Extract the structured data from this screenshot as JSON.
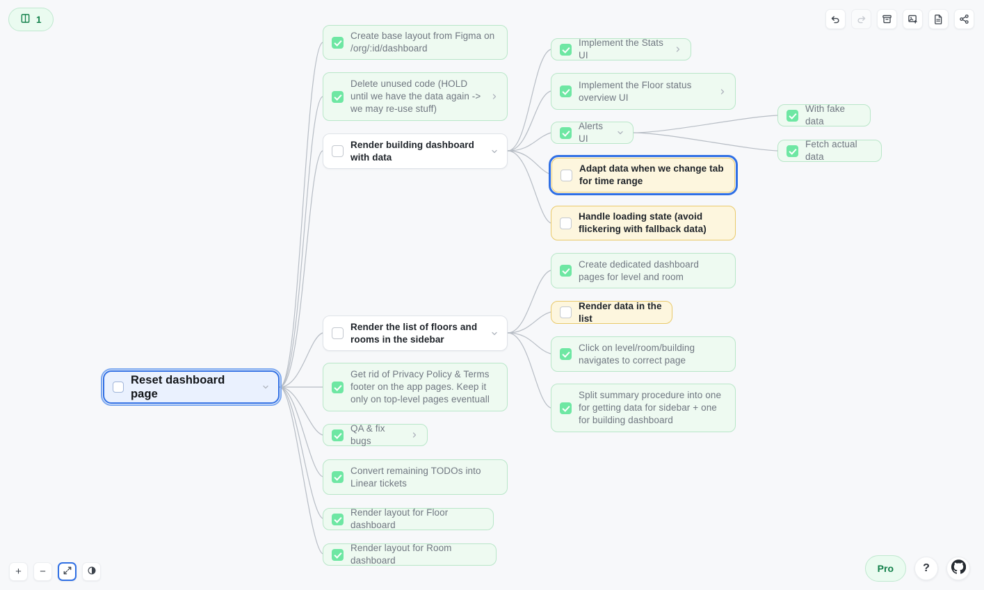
{
  "badge": {
    "icon": "book-icon",
    "count": "1"
  },
  "toolbar": {
    "buttons": [
      {
        "name": "undo-button",
        "icon": "undo-icon",
        "disabled": false
      },
      {
        "name": "redo-button",
        "icon": "redo-icon",
        "disabled": true
      },
      {
        "name": "archive-button",
        "icon": "archive-icon",
        "disabled": false
      },
      {
        "name": "export-image-button",
        "icon": "image-export-icon",
        "disabled": false
      },
      {
        "name": "export-doc-button",
        "icon": "document-icon",
        "disabled": false
      },
      {
        "name": "share-button",
        "icon": "share-icon",
        "disabled": false
      }
    ]
  },
  "zoom_controls": {
    "zoom_in": "+",
    "zoom_out": "−",
    "fit_icon": "fit-to-screen-icon",
    "theme_icon": "contrast-icon",
    "active": "fit-to-screen"
  },
  "bottom_right": {
    "pro_label": "Pro",
    "help_label": "?",
    "github_icon": "github-icon"
  },
  "colors": {
    "background": "#f7f8fa",
    "done_bg": "#eefaf1",
    "done_border": "#b8e6c8",
    "done_text": "#6f7680",
    "pending_bg": "#fdf6de",
    "pending_border": "#e9c96a",
    "plain_bg": "#ffffff",
    "plain_border": "#dfe3e8",
    "root_bg": "#eaf1fe",
    "accent_blue": "#2f6fe4",
    "check_green": "#6ee7a3",
    "badge_green": "#13814b",
    "edge": "#b6bcc4"
  },
  "mindmap": {
    "root": {
      "id": "root",
      "label": "Reset dashboard page",
      "state": "root",
      "checked": false,
      "chevron": "down"
    },
    "level1": [
      {
        "id": "n1",
        "label": "Create base layout from Figma on /org/:id/dashboard",
        "state": "done",
        "checked": true,
        "chevron": "none"
      },
      {
        "id": "n2",
        "label": "Delete unused code (HOLD until we have the data again -> we may re-use stuff)",
        "state": "done",
        "checked": true,
        "chevron": "right"
      },
      {
        "id": "n3",
        "label": "Render building dashboard with data",
        "state": "plain",
        "checked": false,
        "chevron": "down"
      },
      {
        "id": "n4",
        "label": "Render the list of floors and rooms in the sidebar",
        "state": "plain",
        "checked": false,
        "chevron": "down"
      },
      {
        "id": "n5",
        "label": "Get rid of Privacy Policy & Terms footer on the app pages. Keep it only on top-level pages eventuall",
        "state": "done",
        "checked": true,
        "chevron": "none"
      },
      {
        "id": "n6",
        "label": "QA & fix bugs",
        "state": "done",
        "checked": true,
        "chevron": "right"
      },
      {
        "id": "n7",
        "label": "Convert remaining TODOs into Linear tickets",
        "state": "done",
        "checked": true,
        "chevron": "none"
      },
      {
        "id": "n8",
        "label": "Render layout for Floor dashboard",
        "state": "done",
        "checked": true,
        "chevron": "none"
      },
      {
        "id": "n9",
        "label": "Render layout for Room dashboard",
        "state": "done",
        "checked": true,
        "chevron": "none"
      }
    ],
    "level2_building": [
      {
        "id": "b1",
        "label": "Implement the Stats UI",
        "state": "done",
        "checked": true,
        "chevron": "right"
      },
      {
        "id": "b2",
        "label": "Implement the Floor status overview UI",
        "state": "done",
        "checked": true,
        "chevron": "right"
      },
      {
        "id": "b3",
        "label": "Alerts UI",
        "state": "done",
        "checked": true,
        "chevron": "down"
      },
      {
        "id": "b4",
        "label": "Adapt data when we change tab for time range",
        "state": "pending",
        "checked": false,
        "chevron": "none",
        "selected": true
      },
      {
        "id": "b5",
        "label": "Handle loading state (avoid flickering with fallback data)",
        "state": "pending",
        "checked": false,
        "chevron": "none"
      }
    ],
    "level2_sidebar": [
      {
        "id": "s1",
        "label": "Create dedicated dashboard pages for level and room",
        "state": "done",
        "checked": true,
        "chevron": "none"
      },
      {
        "id": "s2",
        "label": "Render data in the list",
        "state": "pending",
        "checked": false,
        "chevron": "none"
      },
      {
        "id": "s3",
        "label": "Click on level/room/building navigates to correct page",
        "state": "done",
        "checked": true,
        "chevron": "none"
      },
      {
        "id": "s4",
        "label": "Split summary procedure into one for getting data for sidebar + one for building dashboard",
        "state": "done",
        "checked": true,
        "chevron": "none"
      }
    ],
    "level3_alerts": [
      {
        "id": "a1",
        "label": "With fake data",
        "state": "done",
        "checked": true,
        "chevron": "none"
      },
      {
        "id": "a2",
        "label": "Fetch actual data",
        "state": "done",
        "checked": true,
        "chevron": "none"
      }
    ]
  }
}
